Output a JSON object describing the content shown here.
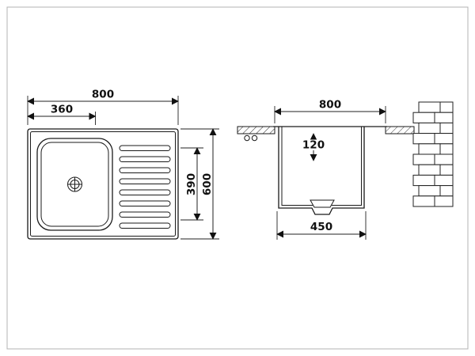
{
  "colors": {
    "line": "#1a1a1a",
    "frame": "#b3b3b3",
    "background": "#ffffff"
  },
  "plan_view": {
    "overall_width": "800",
    "bowl_width": "360",
    "bowl_depth": "390",
    "overall_depth": "600"
  },
  "section_view": {
    "overall_width": "800",
    "bowl_inner_depth": "120",
    "bowl_bottom_width": "450"
  }
}
